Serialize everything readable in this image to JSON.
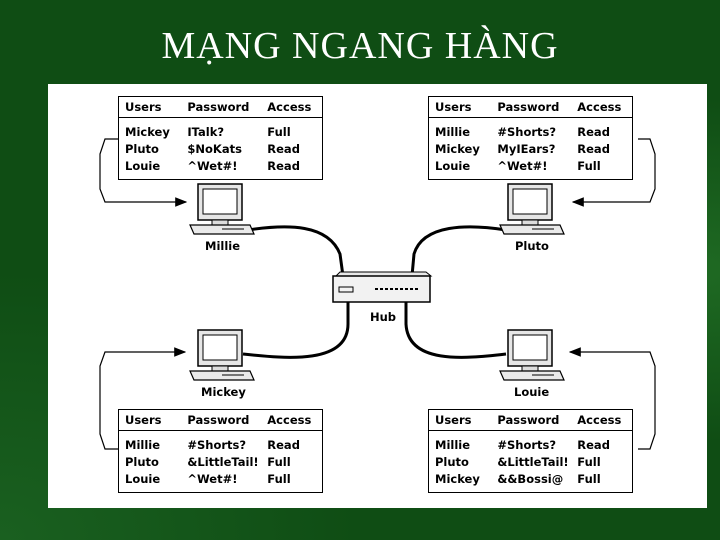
{
  "title": "MẠNG NGANG HÀNG",
  "hub_label": "Hub",
  "tables": [
    {
      "headers": [
        "Users",
        "Password",
        "Access"
      ],
      "rows": [
        [
          "Mickey",
          "ITalk?",
          "Full"
        ],
        [
          "Pluto",
          "$NoKats",
          "Read"
        ],
        [
          "Louie",
          "^Wet#!",
          "Read"
        ]
      ]
    },
    {
      "headers": [
        "Users",
        "Password",
        "Access"
      ],
      "rows": [
        [
          "Millie",
          "#Shorts?",
          "Read"
        ],
        [
          "Mickey",
          "MyIEars?",
          "Read"
        ],
        [
          "Louie",
          "^Wet#!",
          "Full"
        ]
      ]
    },
    {
      "headers": [
        "Users",
        "Password",
        "Access"
      ],
      "rows": [
        [
          "Millie",
          "#Shorts?",
          "Read"
        ],
        [
          "Pluto",
          "&LittleTail!",
          "Full"
        ],
        [
          "Louie",
          "^Wet#!",
          "Full"
        ]
      ]
    },
    {
      "headers": [
        "Users",
        "Password",
        "Access"
      ],
      "rows": [
        [
          "Millie",
          "#Shorts?",
          "Read"
        ],
        [
          "Pluto",
          "&LittleTail!",
          "Full"
        ],
        [
          "Mickey",
          "&&Bossi@",
          "Full"
        ]
      ]
    }
  ],
  "computers": [
    {
      "label": "Millie"
    },
    {
      "label": "Pluto"
    },
    {
      "label": "Mickey"
    },
    {
      "label": "Louie"
    }
  ]
}
